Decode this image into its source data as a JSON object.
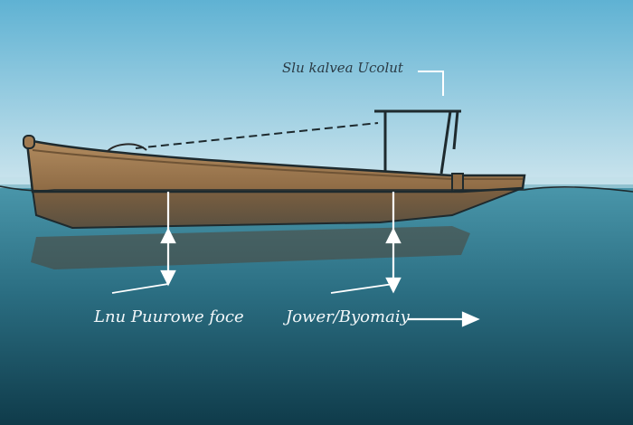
{
  "labels": {
    "top": "Slu kalvea Ucolut",
    "left": "Lnu Puurowe foce",
    "right": "Jower/Byomaiy"
  },
  "colors": {
    "sky_top": "#5fb2d3",
    "sky_bottom": "#cfe6ee",
    "sea_surface": "#4a97ab",
    "sea_deep": "#0f3b4a",
    "hull": "#a07b52",
    "hull_dark": "#6e5335",
    "outline": "#1e2a2e",
    "arrow": "#ffffff"
  }
}
